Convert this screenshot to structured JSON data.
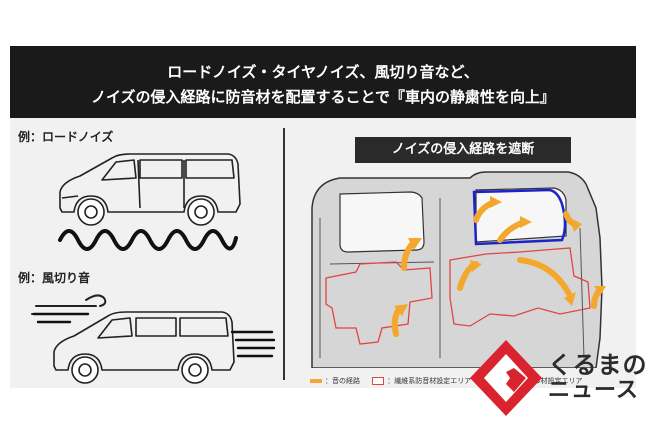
{
  "header": {
    "line1": "ロードノイズ・タイヤノイズ、風切り音など、",
    "line2": "ノイズの侵入経路に防音材を配置することで『車内の静粛性を向上』"
  },
  "examples": {
    "road_noise_label": "例：ロードノイズ",
    "wind_noise_label": "例：風切り音"
  },
  "callout": "ノイズの侵入経路を遮断",
  "legend": {
    "sound_path": "：音の経路",
    "fiber_material": "：繊維系防音材設定エリア",
    "seal_material": "：防音シール材設定エリア"
  },
  "colors": {
    "sound_path": "#f3a82d",
    "fiber_material": "#e04545",
    "seal_material": "#1c24c8",
    "logo_red": "#d9232f"
  },
  "logo": {
    "line1": "くるまの",
    "line2": "ニュース"
  }
}
